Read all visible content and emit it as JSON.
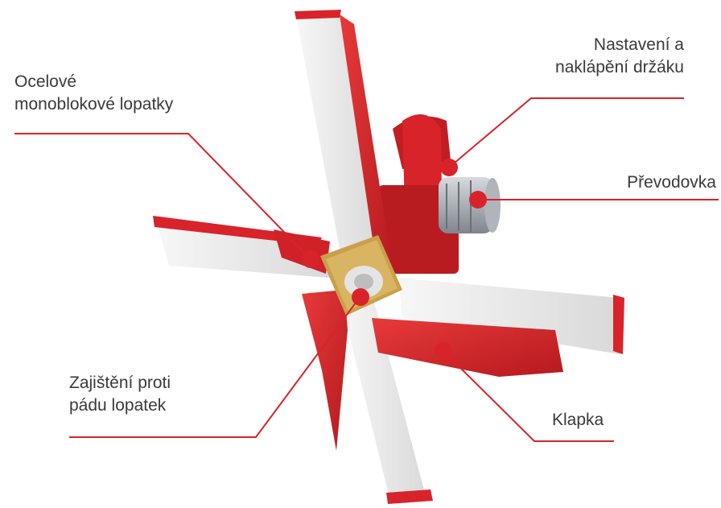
{
  "callouts": {
    "blades": {
      "line1": "Ocelové",
      "line2": "monoblokové lopatky"
    },
    "holder": {
      "line1": "Nastavení a",
      "line2": "naklápění držáku"
    },
    "gearbox": {
      "line1": "Převodovka"
    },
    "lock": {
      "line1": "Zajištění proti",
      "line2": "pádu lopatek"
    },
    "flap": {
      "line1": "Klapka"
    }
  },
  "colors": {
    "accent_red": "#d8232a",
    "blade_white": "#eeeeee",
    "text": "#3a3a3a",
    "hub_gold": "#c9a04a",
    "motor_grey": "#9aa0a8"
  }
}
